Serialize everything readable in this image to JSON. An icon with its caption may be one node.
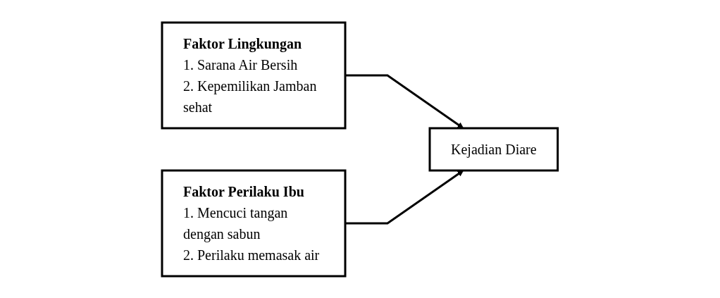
{
  "diagram": {
    "nodes": [
      {
        "text": [
          "Faktor Lingkungan",
          "1. Sarana Air Bersih",
          "2. Kepemilikan Jamban sehat"
        ]
      },
      {
        "text": [
          "Faktor Perilaku Ibu",
          "1. Mencuci tangan dengan sabun",
          "2. Perilaku memasak air"
        ]
      },
      {
        "text": [
          "Kejadian Diare"
        ]
      }
    ],
    "edges": [
      {
        "from": 0,
        "to": 2,
        "arrow": "to"
      },
      {
        "from": 1,
        "to": 2,
        "arrow": "to"
      }
    ]
  }
}
